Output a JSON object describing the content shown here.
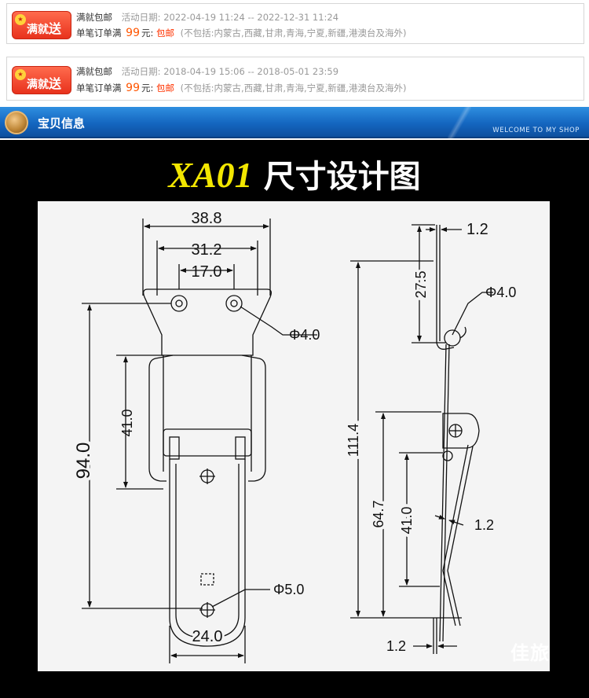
{
  "promos": [
    {
      "badge_text": "满就",
      "badge_text2": "送",
      "title": "满就包邮",
      "dates_label": "活动日期:",
      "dates": "2022-04-19 11:24 -- 2022-12-31 11:24",
      "condition_prefix": "单笔订单满",
      "amount": "99",
      "currency": "元:",
      "benefit": "包邮",
      "note": "(不包括:内蒙古,西藏,甘肃,青海,宁夏,新疆,港澳台及海外)"
    },
    {
      "badge_text": "满就",
      "badge_text2": "送",
      "title": "满就包邮",
      "dates_label": "活动日期:",
      "dates": "2018-04-19 15:06 -- 2018-05-01 23:59",
      "condition_prefix": "单笔订单满",
      "amount": "99",
      "currency": "元:",
      "benefit": "包邮",
      "note": "(不包括:内蒙古,西藏,甘肃,青海,宁夏,新疆,港澳台及海外)"
    }
  ],
  "info_bar": {
    "title": "宝贝信息",
    "welcome": "WELCOME TO MY SHOP"
  },
  "product": {
    "model": "XA01",
    "heading": "尺寸设计图",
    "watermark": "佳旅",
    "dimensions": {
      "w_outer": "38.8",
      "w_mid": "31.2",
      "w_inner": "17.0",
      "hole_top": "Φ4.0",
      "h_41_front": "41.0",
      "h_94": "94.0",
      "hole_bottom": "Φ5.0",
      "w_bottom": "24.0",
      "t_top": "1.2",
      "h_27": "27.5",
      "hole_side": "Φ4.0",
      "h_111": "111.4",
      "h_64": "64.7",
      "h_41_side": "41.0",
      "t_mid": "1.2",
      "t_bottom": "1.2"
    }
  }
}
